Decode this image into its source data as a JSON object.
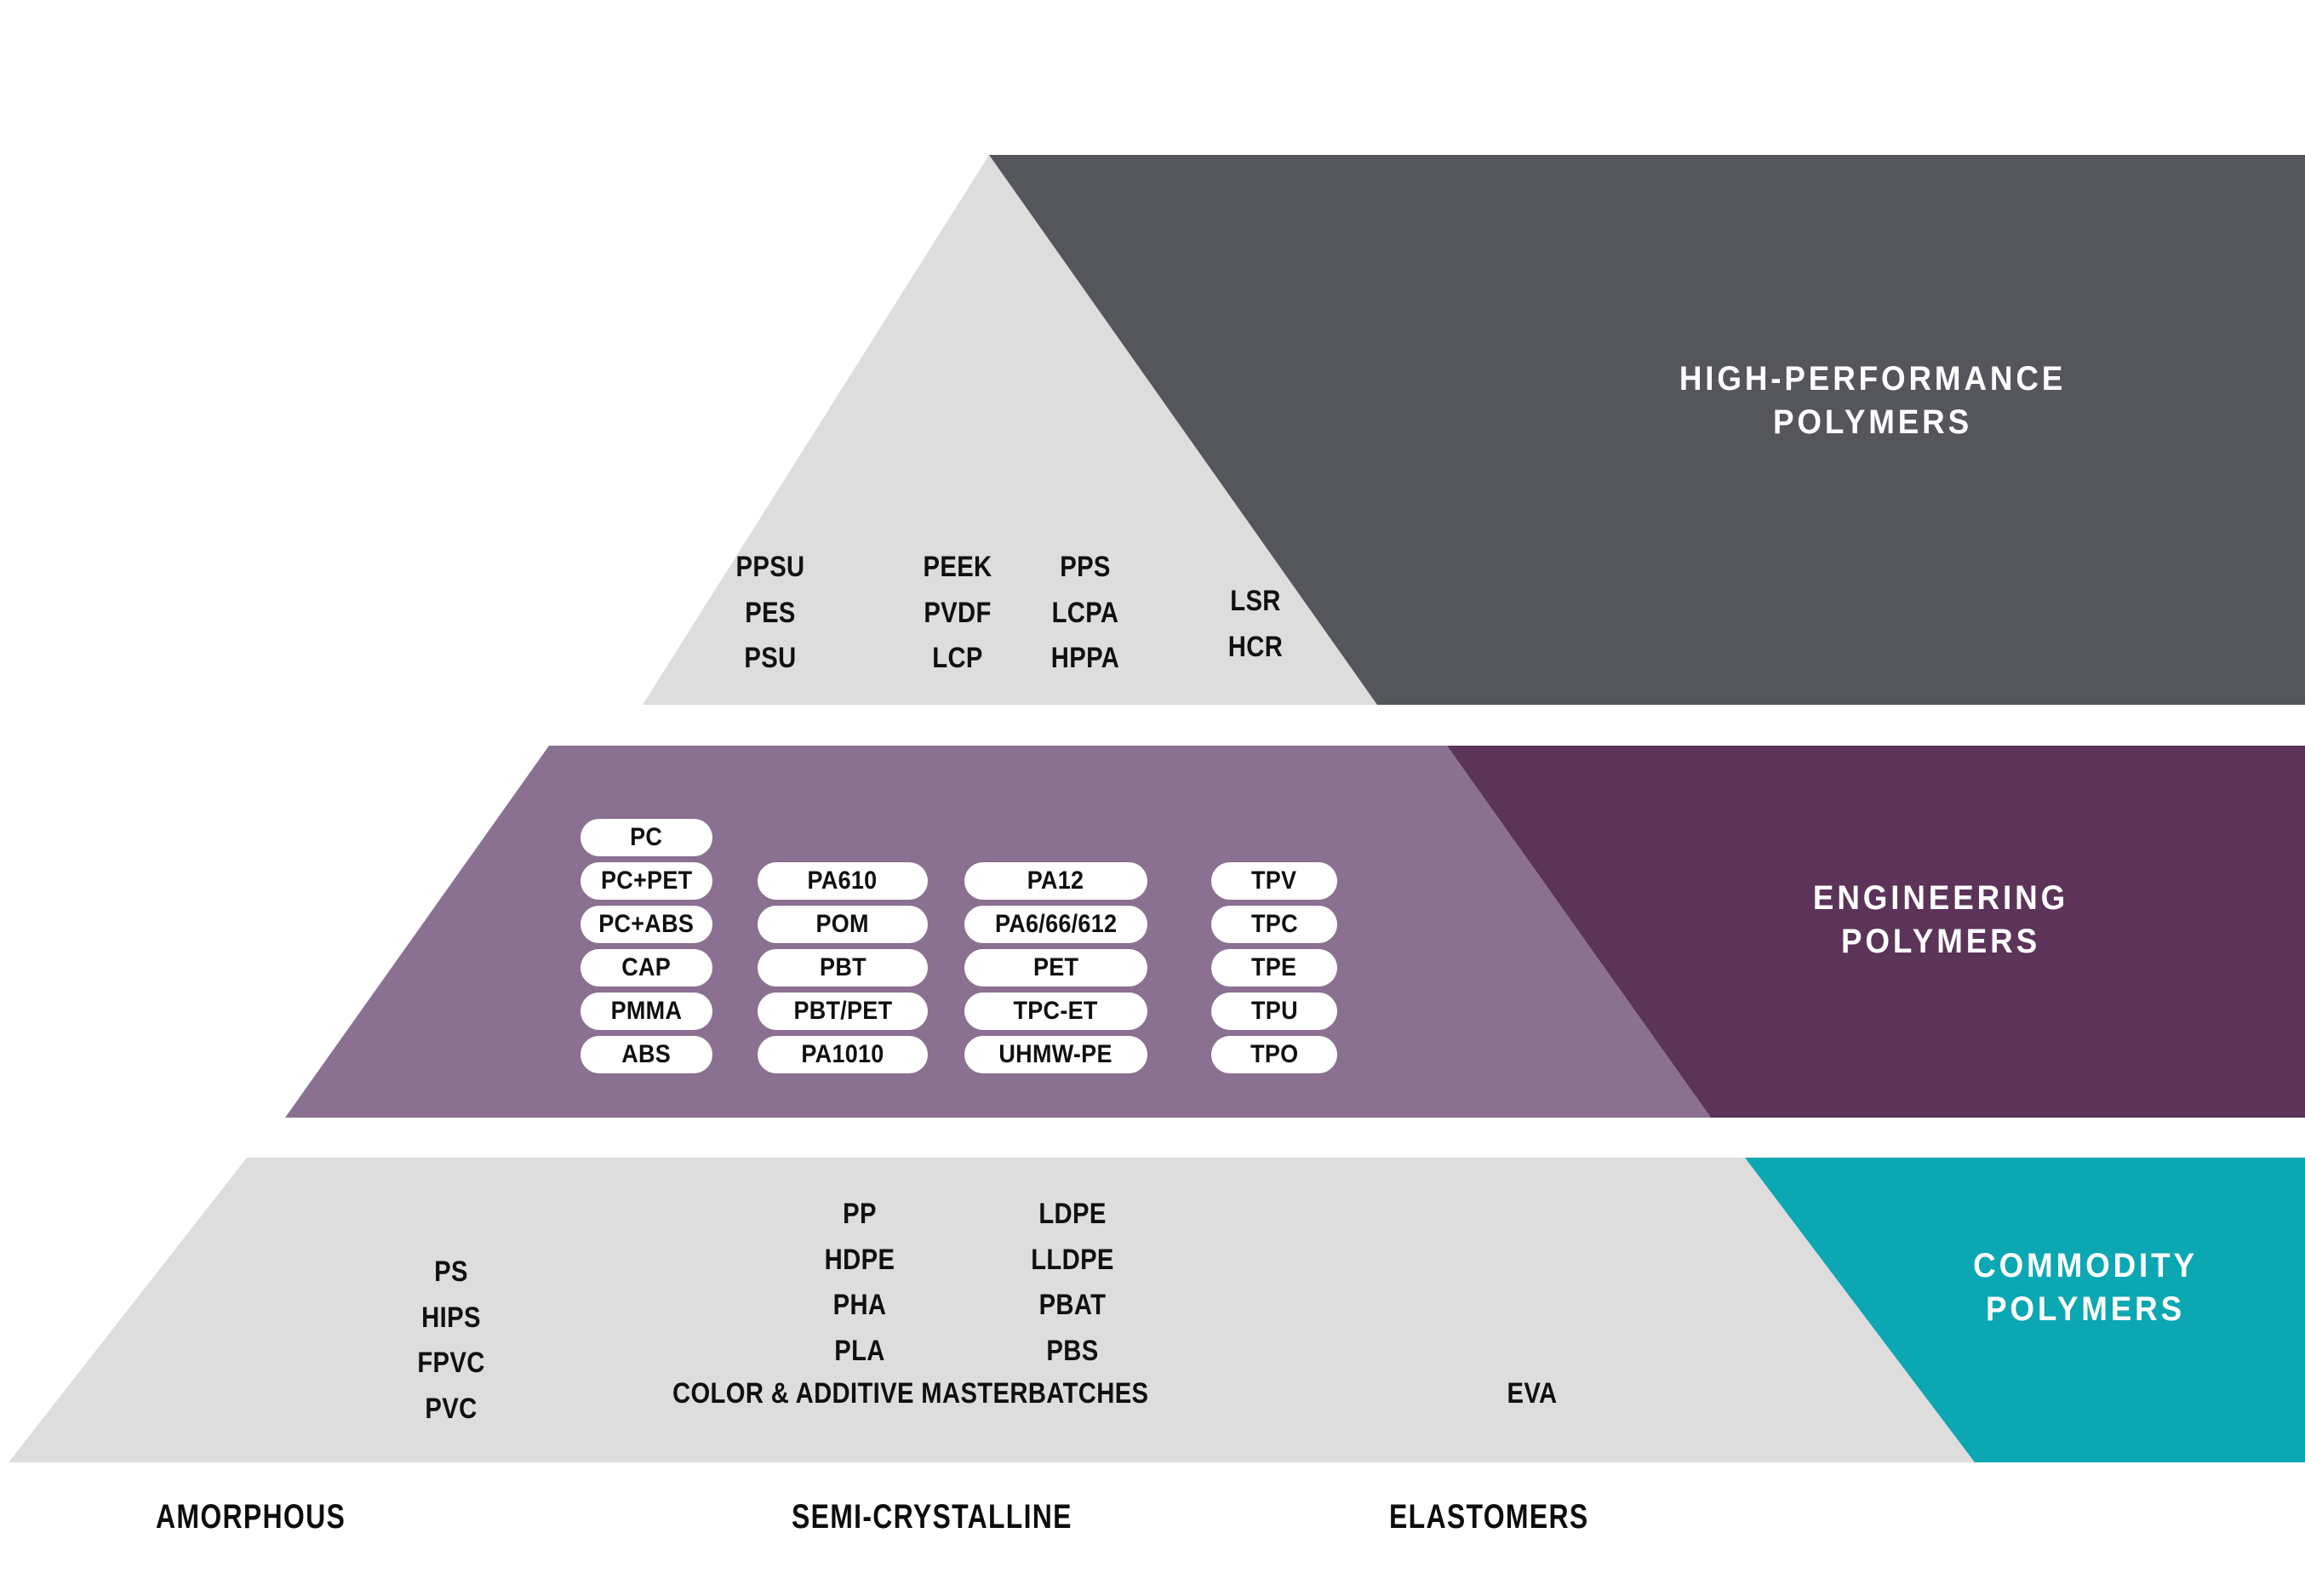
{
  "diagram": {
    "title": "Polymer Pyramid",
    "colors": {
      "high_performance_panel": "#54565C",
      "engineering_panel": "#5C3359",
      "commodity_panel": "#0BA7B3",
      "tier_body_grey": "#DDDDDD",
      "tier_body_purple": "#8A7091",
      "pill_fill": "#FFFFFF",
      "text_dark": "#101010",
      "text_light": "#FFFFFF",
      "background": "#FFFFFF"
    }
  },
  "tiers": [
    {
      "id": "high-performance",
      "title": "HIGH-PERFORMANCE\nPOLYMERS",
      "panel_color": "#54565C",
      "body_color": "#DDDDDD",
      "style": "plain-text",
      "groups": [
        {
          "category": "amorphous",
          "items": [
            "PPSU",
            "PES",
            "PSU"
          ]
        },
        {
          "category": "semi-crystalline-a",
          "items": [
            "PEEK",
            "PVDF",
            "LCP"
          ]
        },
        {
          "category": "semi-crystalline-b",
          "items": [
            "PPS",
            "LCPA",
            "HPPA"
          ]
        },
        {
          "category": "elastomers",
          "items": [
            "LSR",
            "HCR"
          ]
        }
      ]
    },
    {
      "id": "engineering",
      "title": "ENGINEERING\nPOLYMERS",
      "panel_color": "#5C3359",
      "body_color": "#8A7091",
      "style": "pills",
      "groups": [
        {
          "category": "amorphous",
          "items": [
            "PC",
            "PC+PET",
            "PC+ABS",
            "CAP",
            "PMMA",
            "ABS"
          ]
        },
        {
          "category": "semi-crystalline-a",
          "items": [
            "PA610",
            "POM",
            "PBT",
            "PBT/PET",
            "PA1010"
          ]
        },
        {
          "category": "semi-crystalline-b",
          "items": [
            "PA12",
            "PA6/66/612",
            "PET",
            "TPC-ET",
            "UHMW-PE"
          ]
        },
        {
          "category": "elastomers",
          "items": [
            "TPV",
            "TPC",
            "TPE",
            "TPU",
            "TPO"
          ]
        }
      ]
    },
    {
      "id": "commodity",
      "title": "COMMODITY\nPOLYMERS",
      "panel_color": "#0BA7B3",
      "body_color": "#DDDDDD",
      "style": "plain-text",
      "groups": [
        {
          "category": "amorphous",
          "items": [
            "PS",
            "HIPS",
            "FPVC",
            "PVC"
          ]
        },
        {
          "category": "semi-crystalline-a",
          "items": [
            "PP",
            "HDPE",
            "PHA",
            "PLA"
          ]
        },
        {
          "category": "semi-crystalline-b",
          "items": [
            "LDPE",
            "LLDPE",
            "PBAT",
            "PBS"
          ]
        },
        {
          "category": "elastomers",
          "items": [
            "EVA"
          ]
        }
      ],
      "footnote": "COLOR & ADDITIVE MASTERBATCHES",
      "elastomer_footnote": "EVA"
    }
  ],
  "axis_labels": [
    {
      "id": "amorphous",
      "label": "AMORPHOUS"
    },
    {
      "id": "semi-crystalline",
      "label": "SEMI-CRYSTALLINE"
    },
    {
      "id": "elastomers",
      "label": "ELASTOMERS"
    }
  ]
}
